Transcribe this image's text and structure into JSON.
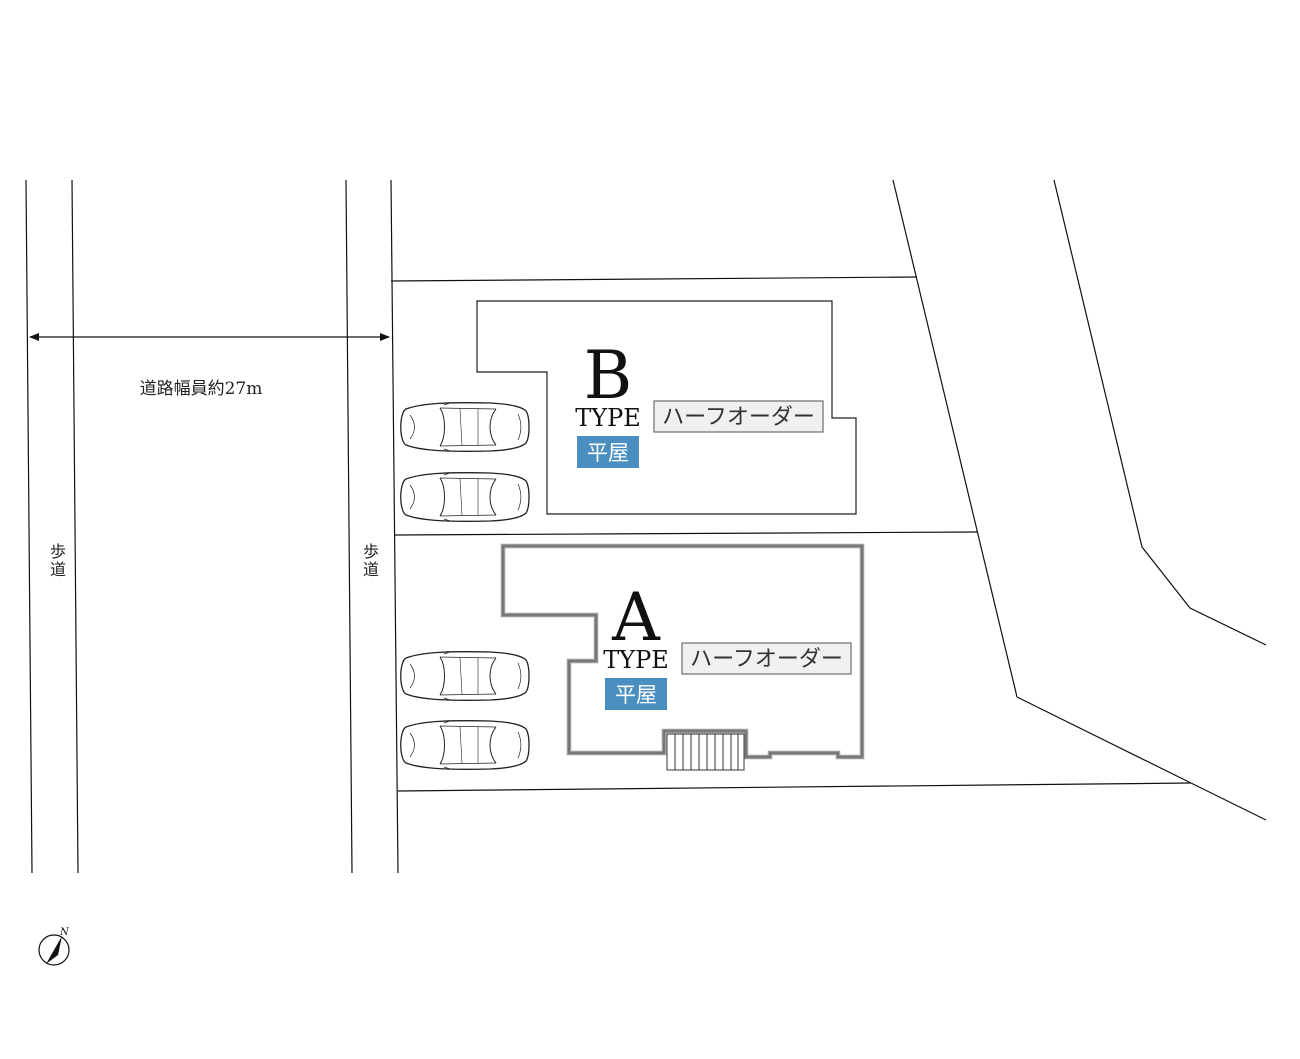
{
  "road": {
    "width_label": "道路幅員約27m",
    "sidewalk_left": [
      "歩",
      "道"
    ],
    "sidewalk_right": [
      "歩",
      "道"
    ]
  },
  "lots": {
    "B": {
      "letter": "B",
      "type_label": "TYPE",
      "order_tag": "ハーフオーダー",
      "style_badge": "平屋"
    },
    "A": {
      "letter": "A",
      "type_label": "TYPE",
      "order_tag": "ハーフオーダー",
      "style_badge": "平屋"
    }
  },
  "compass": {
    "label": "N"
  },
  "colors": {
    "badge": "#4a8fc0",
    "tag_fill": "#f0f0f0",
    "tag_stroke": "#777777",
    "line": "#111111",
    "house_a_wall": "#999999"
  }
}
